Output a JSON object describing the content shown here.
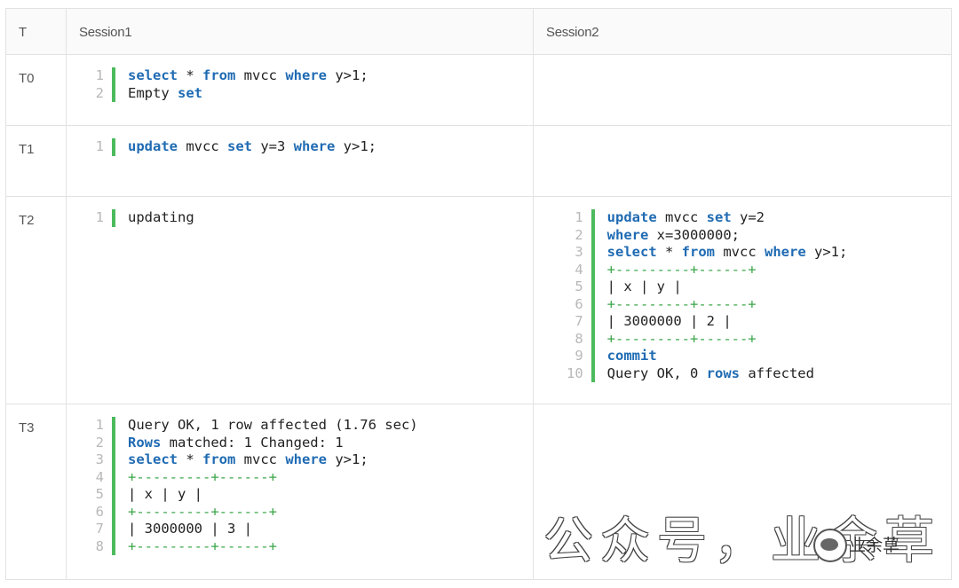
{
  "headers": {
    "t": "T",
    "s1": "Session1",
    "s2": "Session2"
  },
  "rows": [
    {
      "t": "T0",
      "s1": [
        [
          {
            "k": 1,
            "v": "select"
          },
          {
            "v": " * "
          },
          {
            "k": 1,
            "v": "from"
          },
          {
            "v": " mvcc "
          },
          {
            "k": 1,
            "v": "where"
          },
          {
            "v": " y>1;"
          }
        ],
        [
          {
            "v": "Empty "
          },
          {
            "k": 1,
            "v": "set"
          }
        ]
      ],
      "s2": []
    },
    {
      "t": "T1",
      "s1": [
        [
          {
            "k": 1,
            "v": "update"
          },
          {
            "v": " mvcc "
          },
          {
            "k": 1,
            "v": "set"
          },
          {
            "v": " y=3 "
          },
          {
            "k": 1,
            "v": "where"
          },
          {
            "v": " y>1;"
          }
        ]
      ],
      "s2": []
    },
    {
      "t": "T2",
      "s1": [
        [
          {
            "v": "updating"
          }
        ]
      ],
      "s2": [
        [
          {
            "k": 1,
            "v": "update"
          },
          {
            "v": " mvcc "
          },
          {
            "k": 1,
            "v": "set"
          },
          {
            "v": " y=2"
          }
        ],
        [
          {
            "k": 1,
            "v": "where"
          },
          {
            "v": " x=3000000;"
          }
        ],
        [
          {
            "k": 1,
            "v": "select"
          },
          {
            "v": " * "
          },
          {
            "k": 1,
            "v": "from"
          },
          {
            "v": " mvcc "
          },
          {
            "k": 1,
            "v": "where"
          },
          {
            "v": " y>1;"
          }
        ],
        [
          {
            "s": 1,
            "v": "+---------+------+"
          }
        ],
        [
          {
            "v": "| x | y |"
          }
        ],
        [
          {
            "s": 1,
            "v": "+---------+------+"
          }
        ],
        [
          {
            "v": "| 3000000 | 2 |"
          }
        ],
        [
          {
            "s": 1,
            "v": "+---------+------+"
          }
        ],
        [
          {
            "k": 1,
            "v": "commit"
          }
        ],
        [
          {
            "v": "Query OK, 0 "
          },
          {
            "k": 1,
            "v": "rows"
          },
          {
            "v": " affected"
          }
        ]
      ]
    },
    {
      "t": "T3",
      "s1": [
        [
          {
            "v": "Query OK, 1 row affected (1.76 sec)"
          }
        ],
        [
          {
            "k": 1,
            "v": "Rows"
          },
          {
            "v": " matched: 1 Changed: 1"
          }
        ],
        [
          {
            "k": 1,
            "v": "select"
          },
          {
            "v": " * "
          },
          {
            "k": 1,
            "v": "from"
          },
          {
            "v": " mvcc "
          },
          {
            "k": 1,
            "v": "where"
          },
          {
            "v": " y>1;"
          }
        ],
        [
          {
            "s": 1,
            "v": "+---------+------+"
          }
        ],
        [
          {
            "v": "| x | y |"
          }
        ],
        [
          {
            "s": 1,
            "v": "+---------+------+"
          }
        ],
        [
          {
            "v": "| 3000000 | 3 |"
          }
        ],
        [
          {
            "s": 1,
            "v": "+---------+------+"
          }
        ]
      ],
      "s2": []
    }
  ],
  "watermark": {
    "main": "公众号，业余草",
    "small": "业余草"
  },
  "colors": {
    "keyword": "#1f6bb3",
    "gutter_bar": "#4cbb5d",
    "separator": "#3aa648"
  }
}
